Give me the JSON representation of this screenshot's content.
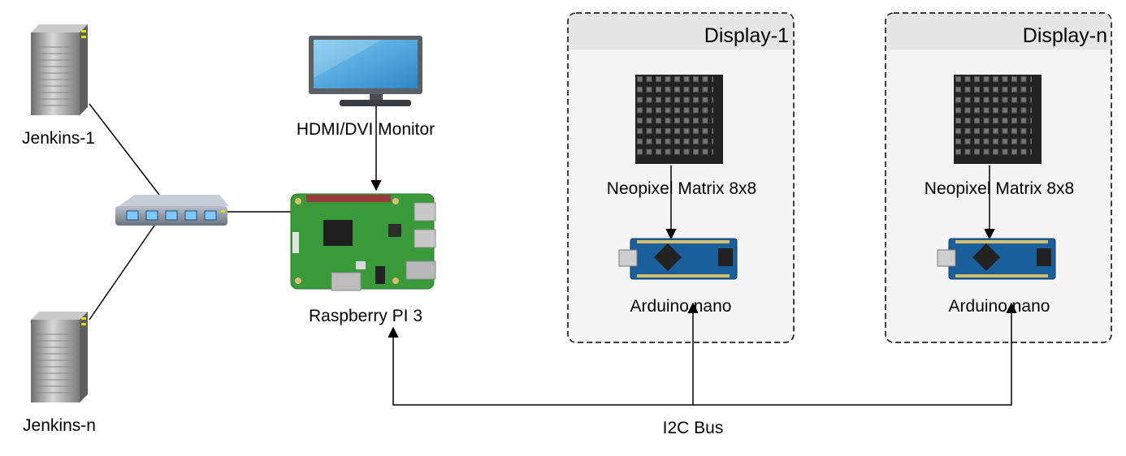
{
  "nodes": {
    "jenkins_1": {
      "label": "Jenkins-1",
      "icon": "server-icon"
    },
    "jenkins_n": {
      "label": "Jenkins-n",
      "icon": "server-icon"
    },
    "switch": {
      "icon": "network-switch-icon"
    },
    "monitor": {
      "label": "HDMI/DVI Monitor",
      "icon": "monitor-icon"
    },
    "raspberry": {
      "label": "Raspberry PI 3",
      "icon": "raspberry-pi-board-icon"
    }
  },
  "groups": [
    {
      "title": "Display-1",
      "matrix": {
        "label": "Neopixel Matrix 8x8",
        "icon": "led-matrix-icon"
      },
      "arduino": {
        "label": "Arduino nano",
        "icon": "arduino-nano-icon"
      }
    },
    {
      "title": "Display-n",
      "matrix": {
        "label": "Neopixel Matrix 8x8",
        "icon": "led-matrix-icon"
      },
      "arduino": {
        "label": "Arduino nano",
        "icon": "arduino-nano-icon"
      }
    }
  ],
  "bus": {
    "label": "I2C Bus"
  },
  "colors": {
    "group_fill": "#f5f5f5",
    "group_header": "#e6e6e6",
    "pcb_green": "#3a9a3a",
    "arduino_blue": "#1b5e9c",
    "monitor_screen": "#4aa3df",
    "matrix_body": "#222222"
  }
}
